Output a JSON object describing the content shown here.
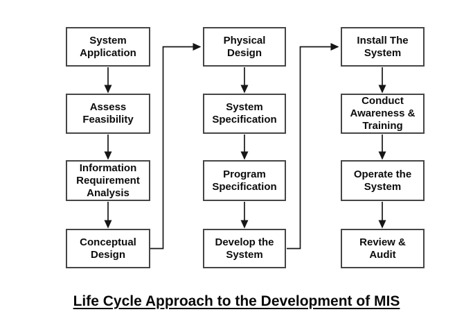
{
  "title": "Life Cycle Approach to the Development of MIS",
  "colors": {
    "background": "#ffffff",
    "box_border": "#454545",
    "arrow": "#161616",
    "text": "#0c0c0c"
  },
  "flowchart": {
    "columns": [
      {
        "name": "column-1",
        "boxes": [
          {
            "id": "system-application",
            "label": "System\nApplication"
          },
          {
            "id": "assess-feasibility",
            "label": "Assess\nFeasibility"
          },
          {
            "id": "information-requirement-analysis",
            "label": "Information\nRequirement\nAnalysis"
          },
          {
            "id": "conceptual-design",
            "label": "Conceptual\nDesign"
          }
        ]
      },
      {
        "name": "column-2",
        "boxes": [
          {
            "id": "physical-design",
            "label": "Physical\nDesign"
          },
          {
            "id": "system-specification",
            "label": "System\nSpecification"
          },
          {
            "id": "program-specification",
            "label": "Program\nSpecification"
          },
          {
            "id": "develop-the-system",
            "label": "Develop the\nSystem"
          }
        ]
      },
      {
        "name": "column-3",
        "boxes": [
          {
            "id": "install-the-system",
            "label": "Install The\nSystem"
          },
          {
            "id": "conduct-awareness-training",
            "label": "Conduct\nAwareness &\nTraining"
          },
          {
            "id": "operate-the-system",
            "label": "Operate the\nSystem"
          },
          {
            "id": "review-audit",
            "label": "Review &\nAudit"
          }
        ]
      }
    ],
    "edges": [
      "system-application -> assess-feasibility",
      "assess-feasibility -> information-requirement-analysis",
      "information-requirement-analysis -> conceptual-design",
      "conceptual-design -> physical-design",
      "physical-design -> system-specification",
      "system-specification -> program-specification",
      "program-specification -> develop-the-system",
      "develop-the-system -> install-the-system",
      "install-the-system -> conduct-awareness-training",
      "conduct-awareness-training -> operate-the-system",
      "operate-the-system -> review-audit"
    ]
  }
}
